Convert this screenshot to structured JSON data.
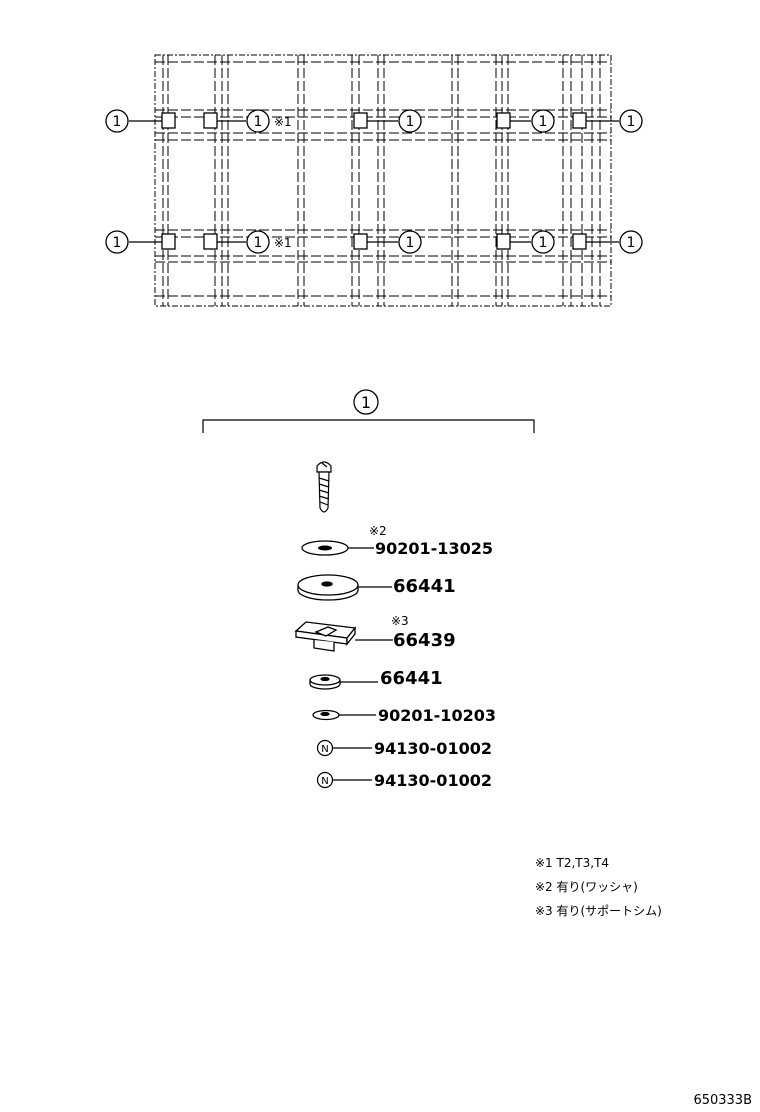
{
  "callout_label": "1",
  "mark_1": "※1",
  "mark_2": "※2",
  "mark_3": "※3",
  "parts": {
    "washer_top": "90201-13025",
    "pad_large": "66441",
    "support": "66439",
    "pad_small": "66441",
    "washer_small": "90201-10203",
    "nut_a": "94130-01002",
    "nut_b": "94130-01002"
  },
  "nut_symbol": "N",
  "notes": [
    "※1  T2,T3,T4",
    "※2  有り(ワッシャ)",
    "※3 有り(サポートシム)"
  ],
  "diagram_id": "650333B"
}
